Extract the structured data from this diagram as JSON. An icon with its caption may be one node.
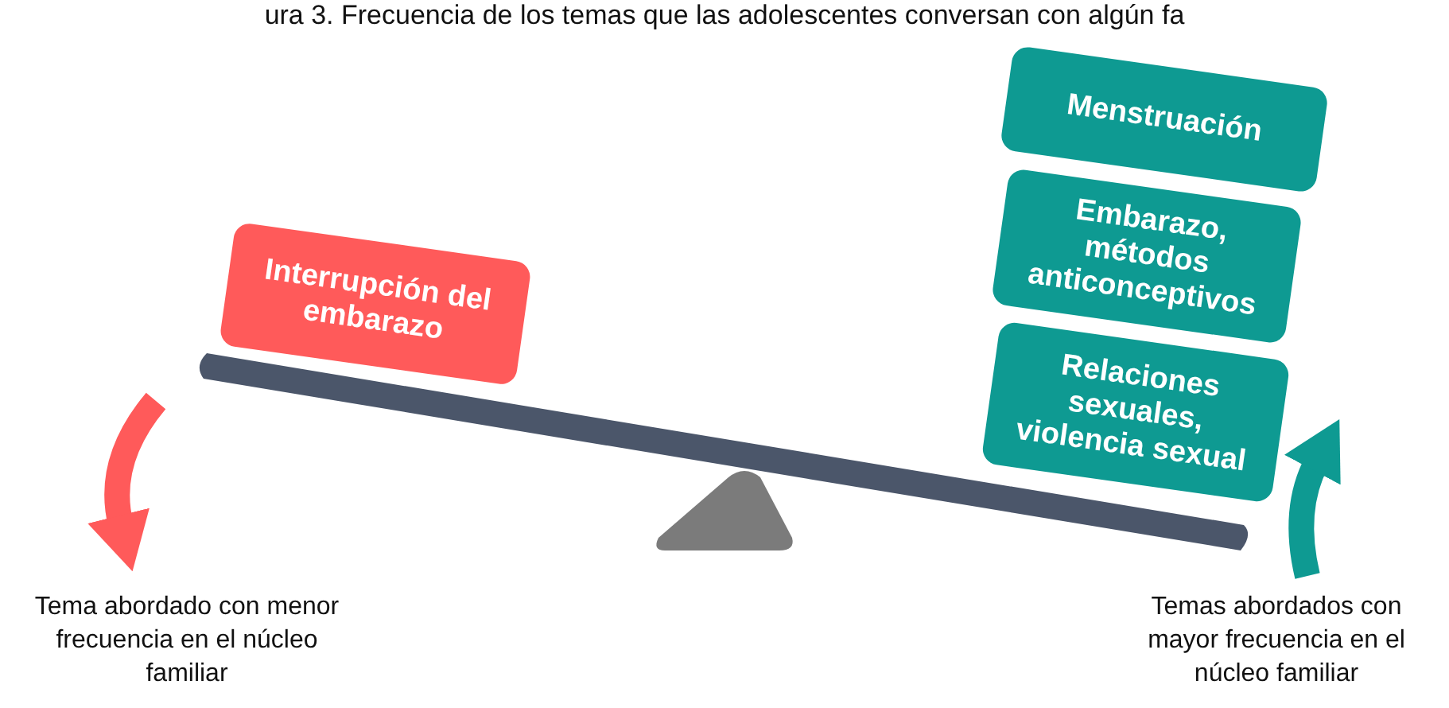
{
  "diagram": {
    "title": "ura 3. Frecuencia de los temas que las adolescentes conversan con algún fa",
    "nodes": [
      {
        "text": [
          "Interrupción del embarazo"
        ]
      },
      {
        "text": [
          "Menstruación"
        ]
      },
      {
        "text": [
          "Embarazo, métodos anticonceptivos"
        ]
      },
      {
        "text": [
          "Relaciones sexuales, violencia sexual"
        ]
      }
    ],
    "edges": [],
    "labels": [
      "Tema abordado con menor frecuencia en el núcleo familiar",
      "Temas abordados con mayor frecuencia en el núcleo familiar"
    ]
  }
}
